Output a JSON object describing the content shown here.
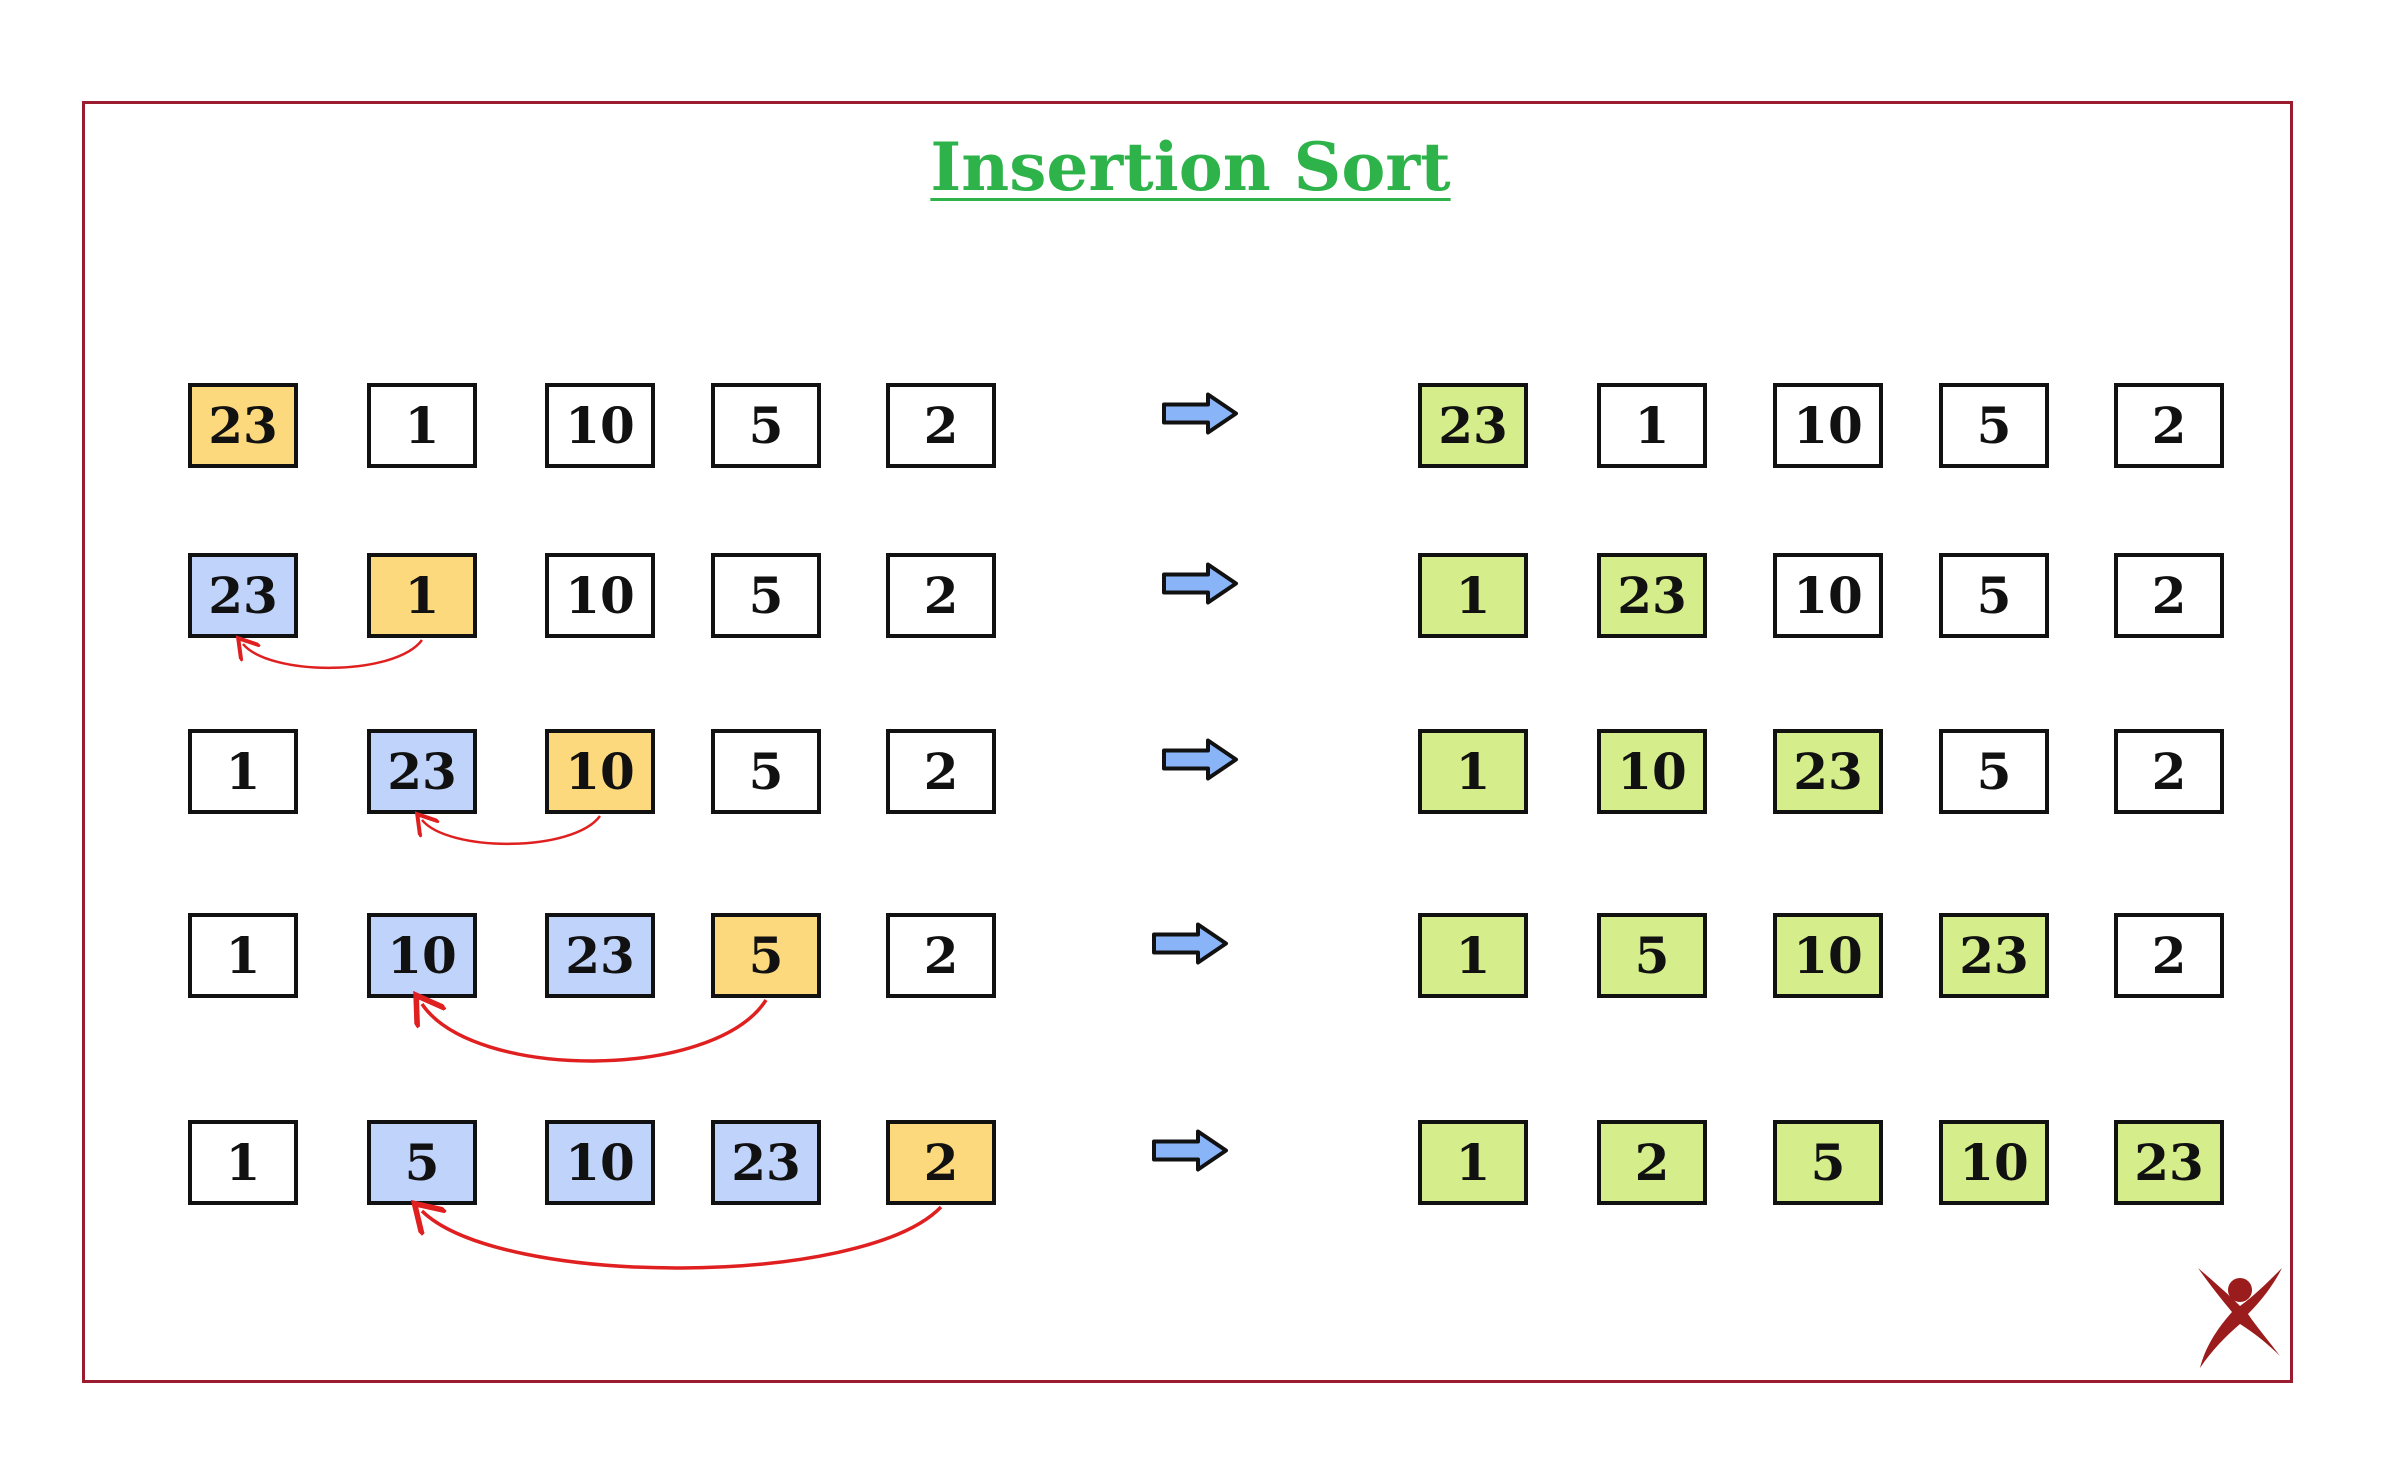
{
  "title": "Insertion Sort",
  "colors": {
    "frame": "#9b1c2e",
    "title": "#2db34a",
    "key": "#fdd97e",
    "shifted": "#c0d3fa",
    "sorted": "#d5ee8b",
    "plain": "#ffffff",
    "arc": "#e02020",
    "arrow_fill": "#8ab4f8",
    "logo": "#9b1c1c"
  },
  "icons": {
    "step_arrow": "right-arrow-icon",
    "logo": "figure-logo-icon"
  },
  "steps": [
    {
      "before": [
        {
          "value": "23",
          "state": "key"
        },
        {
          "value": "1",
          "state": "plain"
        },
        {
          "value": "10",
          "state": "plain"
        },
        {
          "value": "5",
          "state": "plain"
        },
        {
          "value": "2",
          "state": "plain"
        }
      ],
      "after": [
        {
          "value": "23",
          "state": "sorted"
        },
        {
          "value": "1",
          "state": "plain"
        },
        {
          "value": "10",
          "state": "plain"
        },
        {
          "value": "5",
          "state": "plain"
        },
        {
          "value": "2",
          "state": "plain"
        }
      ],
      "move_from": null,
      "move_to": null
    },
    {
      "before": [
        {
          "value": "23",
          "state": "shifted"
        },
        {
          "value": "1",
          "state": "key"
        },
        {
          "value": "10",
          "state": "plain"
        },
        {
          "value": "5",
          "state": "plain"
        },
        {
          "value": "2",
          "state": "plain"
        }
      ],
      "after": [
        {
          "value": "1",
          "state": "sorted"
        },
        {
          "value": "23",
          "state": "sorted"
        },
        {
          "value": "10",
          "state": "plain"
        },
        {
          "value": "5",
          "state": "plain"
        },
        {
          "value": "2",
          "state": "plain"
        }
      ],
      "move_from": 1,
      "move_to": 0
    },
    {
      "before": [
        {
          "value": "1",
          "state": "plain"
        },
        {
          "value": "23",
          "state": "shifted"
        },
        {
          "value": "10",
          "state": "key"
        },
        {
          "value": "5",
          "state": "plain"
        },
        {
          "value": "2",
          "state": "plain"
        }
      ],
      "after": [
        {
          "value": "1",
          "state": "sorted"
        },
        {
          "value": "10",
          "state": "sorted"
        },
        {
          "value": "23",
          "state": "sorted"
        },
        {
          "value": "5",
          "state": "plain"
        },
        {
          "value": "2",
          "state": "plain"
        }
      ],
      "move_from": 2,
      "move_to": 1
    },
    {
      "before": [
        {
          "value": "1",
          "state": "plain"
        },
        {
          "value": "10",
          "state": "shifted"
        },
        {
          "value": "23",
          "state": "shifted"
        },
        {
          "value": "5",
          "state": "key"
        },
        {
          "value": "2",
          "state": "plain"
        }
      ],
      "after": [
        {
          "value": "1",
          "state": "sorted"
        },
        {
          "value": "5",
          "state": "sorted"
        },
        {
          "value": "10",
          "state": "sorted"
        },
        {
          "value": "23",
          "state": "sorted"
        },
        {
          "value": "2",
          "state": "plain"
        }
      ],
      "move_from": 3,
      "move_to": 1
    },
    {
      "before": [
        {
          "value": "1",
          "state": "plain"
        },
        {
          "value": "5",
          "state": "shifted"
        },
        {
          "value": "10",
          "state": "shifted"
        },
        {
          "value": "23",
          "state": "shifted"
        },
        {
          "value": "2",
          "state": "key"
        }
      ],
      "after": [
        {
          "value": "1",
          "state": "sorted"
        },
        {
          "value": "2",
          "state": "sorted"
        },
        {
          "value": "5",
          "state": "sorted"
        },
        {
          "value": "10",
          "state": "sorted"
        },
        {
          "value": "23",
          "state": "sorted"
        }
      ],
      "move_from": 4,
      "move_to": 1
    }
  ]
}
